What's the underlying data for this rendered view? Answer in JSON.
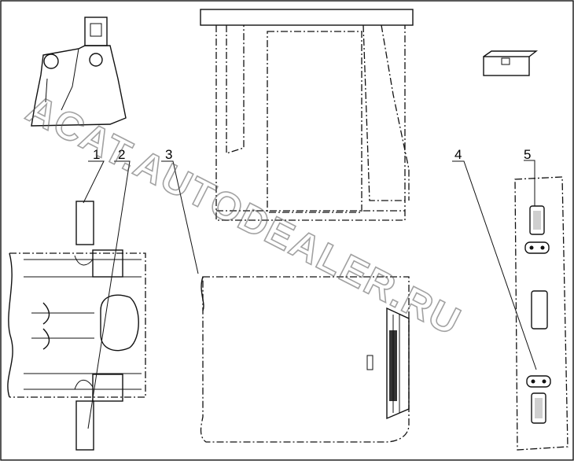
{
  "callouts": [
    {
      "id": "1",
      "label": "1"
    },
    {
      "id": "2",
      "label": "2"
    },
    {
      "id": "3",
      "label": "3"
    },
    {
      "id": "4",
      "label": "4"
    },
    {
      "id": "5",
      "label": "5"
    }
  ],
  "watermark": "ACAT.AUTODEALER.RU"
}
